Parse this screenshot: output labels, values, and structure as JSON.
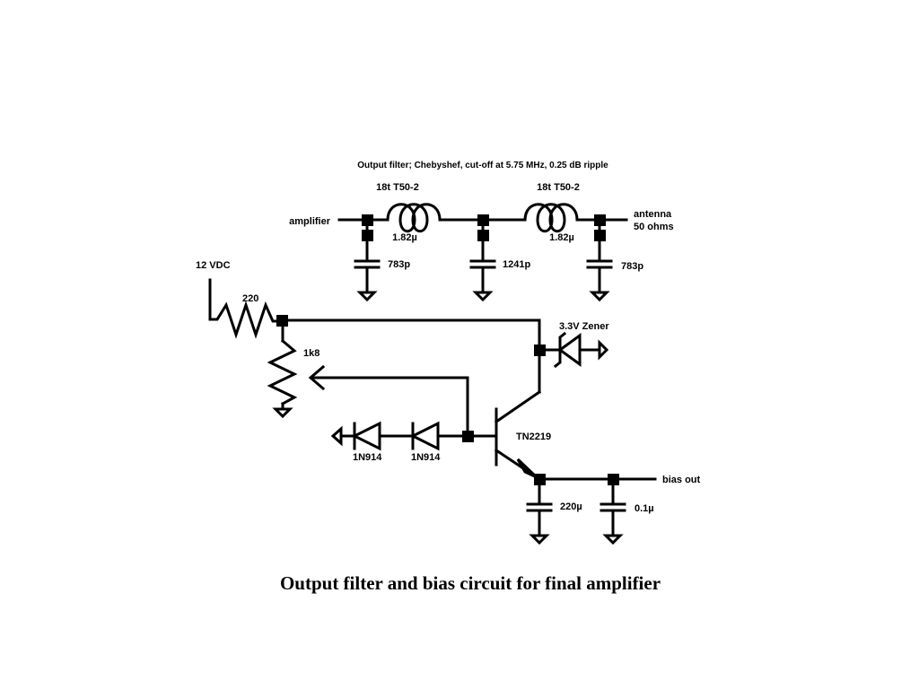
{
  "filter": {
    "title": "Output filter; Chebyshef, cut-off at 5.75 MHz, 0.25 dB ripple",
    "inductor_left_type": "18t T50-2",
    "inductor_right_type": "18t T50-2",
    "inductor_left_value": "1.82µ",
    "inductor_right_value": "1.82µ",
    "input_label": "amplifier",
    "output_label_line1": "antenna",
    "output_label_line2": "50 ohms",
    "cap_left": "783p",
    "cap_mid": "1241p",
    "cap_right": "783p"
  },
  "bias": {
    "supply_label": "12 VDC",
    "resistor_label": "220",
    "pot_label": "1k8",
    "zener_label": "3.3V Zener",
    "transistor_label": "TN2219",
    "diode1_label": "1N914",
    "diode2_label": "1N914",
    "cap1_label": "220µ",
    "cap2_label": "0.1µ",
    "output_label": "bias out"
  },
  "caption": "Output filter and bias circuit for final amplifier"
}
